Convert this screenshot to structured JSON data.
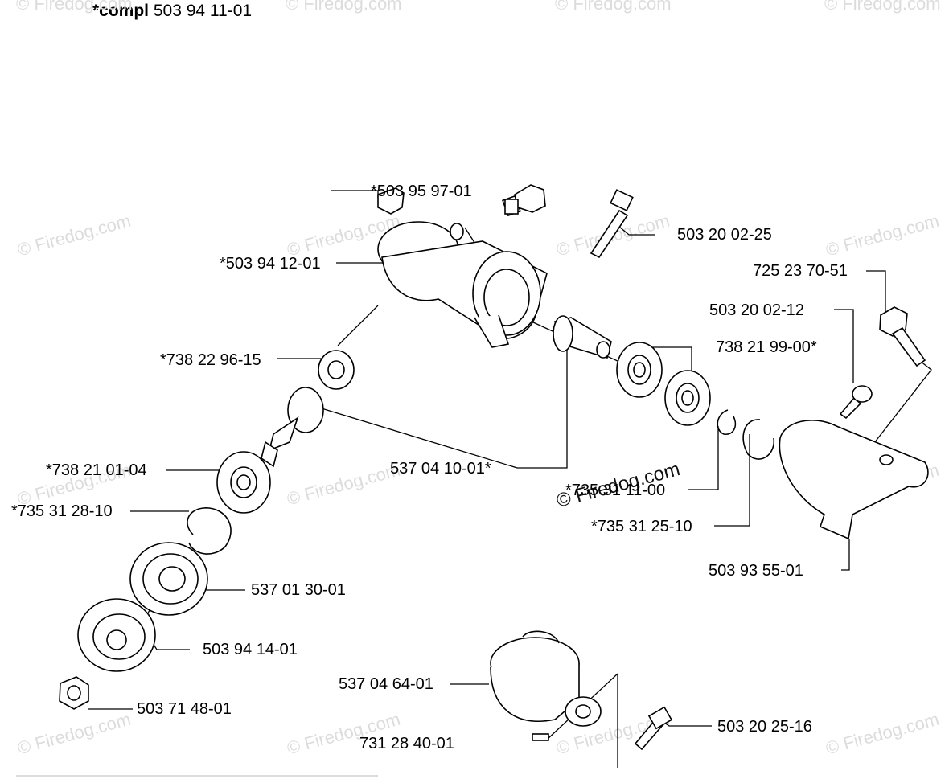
{
  "title": {
    "prefix": "*compl",
    "number": "503 94 11-01"
  },
  "watermark": {
    "text": "© Firedog.com",
    "center_text": "© Firedog.com"
  },
  "parts": [
    {
      "id": "p1",
      "label": "*503 95 97-01"
    },
    {
      "id": "p2",
      "label": "503 20 02-25"
    },
    {
      "id": "p3",
      "label": "*503 94 12-01"
    },
    {
      "id": "p4",
      "label": "725 23 70-51"
    },
    {
      "id": "p5",
      "label": "503 20 02-12"
    },
    {
      "id": "p6",
      "label": "738 21 99-00*"
    },
    {
      "id": "p7",
      "label": "*738 22 96-15"
    },
    {
      "id": "p8",
      "label": "*738 21 01-04"
    },
    {
      "id": "p9",
      "label": "537 04 10-01*"
    },
    {
      "id": "p10",
      "label": "*735 31 11-00"
    },
    {
      "id": "p11",
      "label": "*735 31 28-10"
    },
    {
      "id": "p12",
      "label": "*735 31 25-10"
    },
    {
      "id": "p13",
      "label": "503 93 55-01"
    },
    {
      "id": "p14",
      "label": "537 01 30-01"
    },
    {
      "id": "p15",
      "label": "503 94 14-01"
    },
    {
      "id": "p16",
      "label": "537 04 64-01"
    },
    {
      "id": "p17",
      "label": "503 71 48-01"
    },
    {
      "id": "p18",
      "label": "503 20 25-16"
    },
    {
      "id": "p19",
      "label": "731 28 40-01"
    }
  ]
}
